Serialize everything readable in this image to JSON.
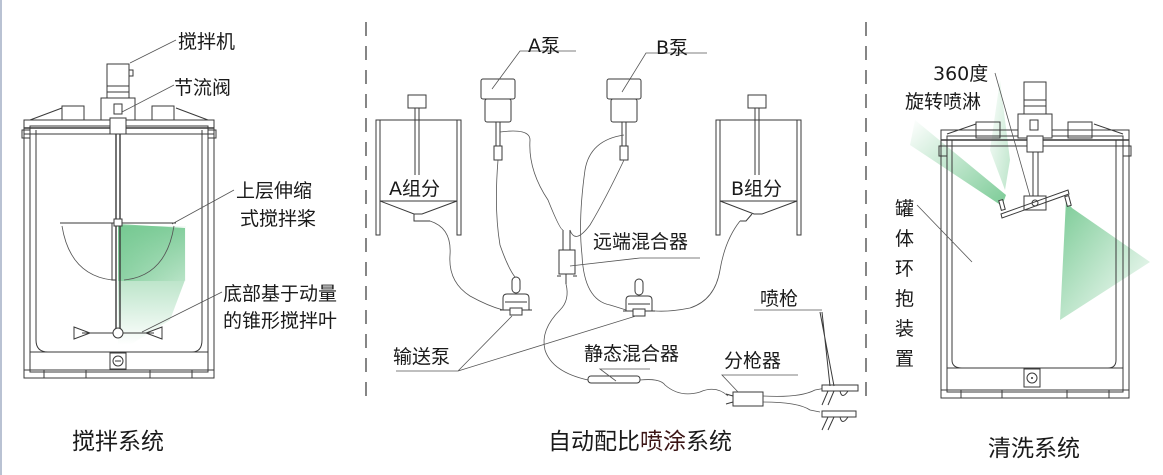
{
  "sections": {
    "mixing": {
      "caption": "搅拌系统",
      "labels": {
        "mixer": "搅拌机",
        "throttle_valve": "节流阀",
        "upper_paddle_line1": "上层伸缩",
        "upper_paddle_line2": "式搅拌桨",
        "bottom_blade_line1": "底部基于动量",
        "bottom_blade_line2": "的锥形搅拌叶"
      }
    },
    "spraying": {
      "caption_part1": "自动配比",
      "caption_part2": "喷涂",
      "caption_part3": "系统",
      "labels": {
        "pump_a": "A泵",
        "pump_b": "B泵",
        "component_a": "A组分",
        "component_b": "B组分",
        "remote_mixer": "远端混合器",
        "transfer_pump": "输送泵",
        "static_mixer": "静态混合器",
        "spray_gun": "喷枪",
        "gun_splitter": "分枪器"
      }
    },
    "cleaning": {
      "caption": "清洗系统",
      "labels": {
        "rotary_spray_line1": "360度",
        "rotary_spray_line2": "旋转喷淋",
        "tank_clamp_chars": [
          "罐",
          "体",
          "环",
          "抱",
          "装",
          "置"
        ]
      }
    }
  },
  "colors": {
    "line": "#3a3a3a",
    "highlight_green": "#7fcf98",
    "left_border": "#b9c2d3",
    "caption_accent": "#3b1414"
  }
}
